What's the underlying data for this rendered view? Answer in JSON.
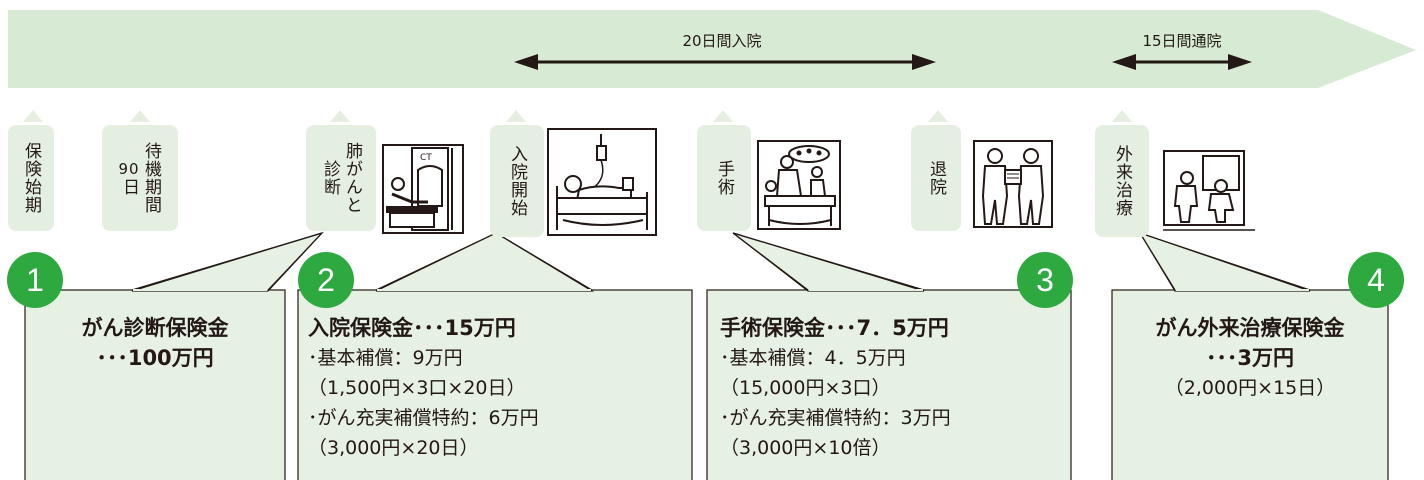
{
  "colors": {
    "band": "#d7ead4",
    "event_label_bg": "#e4efe1",
    "callout_fill": "#e6f1e3",
    "badge": "#2da940",
    "text": "#231815"
  },
  "spans": {
    "hospital_stay": "20日間入院",
    "outpatient": "15日間通院"
  },
  "events": {
    "start": "保険始期",
    "waiting_line1": "待機期間",
    "waiting_days": "90",
    "waiting_unit": "日",
    "diagnosis_line1": "肺がんと",
    "diagnosis_line2": "診断",
    "admission": "入院開始",
    "surgery": "手術",
    "discharge": "退院",
    "outpatient_treatment": "外来治療"
  },
  "pictograms": {
    "diagnosis": "ct-scan-icon",
    "admission": "hospital-bed-icon",
    "surgery": "surgery-icon",
    "discharge": "discharge-icon",
    "outpatient": "outpatient-treatment-icon",
    "ct_label": "CT"
  },
  "benefits": [
    {
      "badge": "1",
      "title_line1": "がん診断保険金",
      "title_line2": "･･･100万円"
    },
    {
      "badge": "2",
      "title": "入院保険金･･･15万円",
      "line1": "･基本補償：9万円",
      "line2": "（1,500円×3口×20日）",
      "line3": "･がん充実補償特約：6万円",
      "line4": "（3,000円×20日）"
    },
    {
      "badge": "3",
      "title": "手術保険金･･･7．5万円",
      "line1": "･基本補償：4．5万円",
      "line2": "（15,000円×3口）",
      "line3": "･がん充実補償特約：3万円",
      "line4": "（3,000円×10倍）"
    },
    {
      "badge": "4",
      "title_line1": "がん外来治療保険金",
      "title_line2": "･･･3万円",
      "line1": "（2,000円×15日）"
    }
  ]
}
